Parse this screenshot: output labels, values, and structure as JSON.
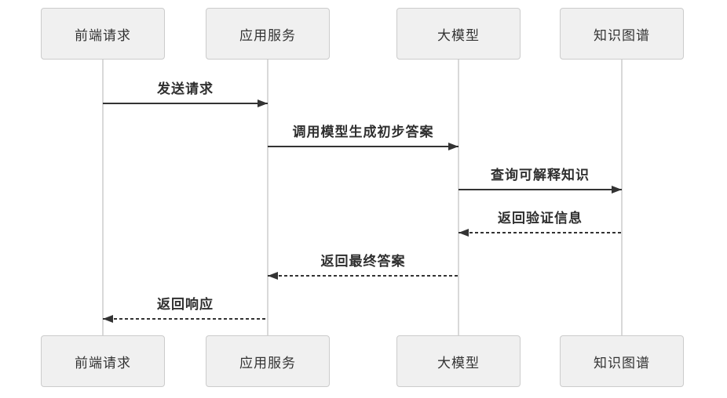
{
  "diagram": {
    "type": "sequence-diagram",
    "actors": [
      {
        "id": "frontend-request",
        "label": "前端请求"
      },
      {
        "id": "application-service",
        "label": "应用服务"
      },
      {
        "id": "large-model",
        "label": "大模型"
      },
      {
        "id": "knowledge-graph",
        "label": "知识图谱"
      }
    ],
    "messages": [
      {
        "label": "发送请求",
        "from": "前端请求",
        "to": "应用服务",
        "line": "solid",
        "direction": "right"
      },
      {
        "label": "调用模型生成初步答案",
        "from": "应用服务",
        "to": "大模型",
        "line": "solid",
        "direction": "right"
      },
      {
        "label": "查询可解释知识",
        "from": "大模型",
        "to": "知识图谱",
        "line": "solid",
        "direction": "right"
      },
      {
        "label": "返回验证信息",
        "from": "知识图谱",
        "to": "大模型",
        "line": "dashed",
        "direction": "left"
      },
      {
        "label": "返回最终答案",
        "from": "大模型",
        "to": "应用服务",
        "line": "dashed",
        "direction": "left"
      },
      {
        "label": "返回响应",
        "from": "应用服务",
        "to": "前端请求",
        "line": "dashed",
        "direction": "left"
      }
    ],
    "colors": {
      "background": "#ffffff",
      "actor_fill": "#f0f0f0",
      "actor_border": "#cccccc",
      "actor_text": "#333333",
      "lifeline": "#d9d9d9",
      "message_line": "#333333",
      "message_text": "#2f2f2f"
    }
  }
}
